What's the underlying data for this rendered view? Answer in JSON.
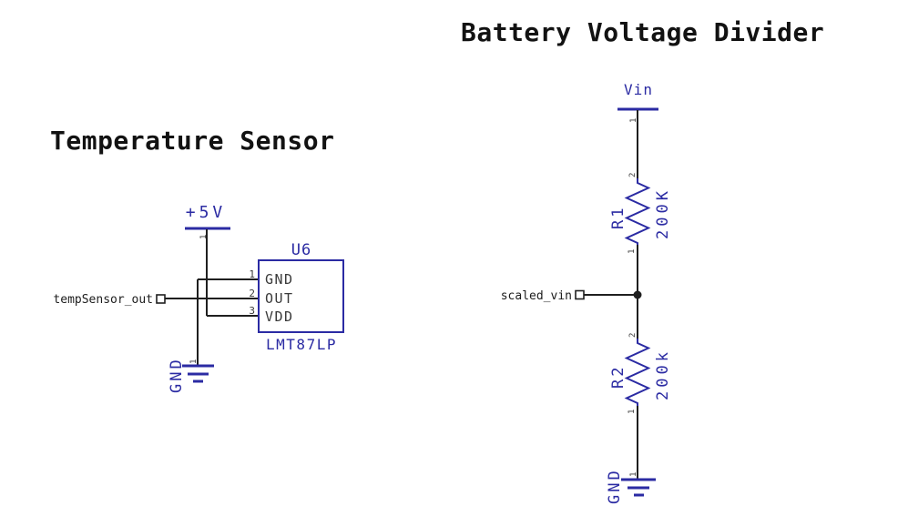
{
  "background": "#ffffff",
  "colors": {
    "symbol_blue": "#2b2ba3",
    "wire_black": "#1f1f1f",
    "pin_text_gray": "#3a3a3a",
    "title_black": "#121212"
  },
  "temperature_sensor": {
    "title": "Temperature Sensor",
    "power_rail": {
      "label": "+5V",
      "pin": "1"
    },
    "ground": {
      "label": "GND",
      "pin": "1"
    },
    "net_label": "tempSensor_out",
    "ic": {
      "reference": "U6",
      "value": "LMT87LP",
      "pins": [
        {
          "number": "1",
          "name": "GND"
        },
        {
          "number": "2",
          "name": "OUT"
        },
        {
          "number": "3",
          "name": "VDD"
        }
      ]
    }
  },
  "voltage_divider": {
    "title": "Battery Voltage Divider",
    "power_rail": {
      "label": "Vin",
      "pin": "1"
    },
    "ground": {
      "label": "GND",
      "pin": "1"
    },
    "net_label": "scaled_vin",
    "resistors": [
      {
        "reference": "R1",
        "value": "200K",
        "pin_top": "2",
        "pin_bottom": "1"
      },
      {
        "reference": "R2",
        "value": "200k",
        "pin_top": "2",
        "pin_bottom": "1"
      }
    ]
  }
}
